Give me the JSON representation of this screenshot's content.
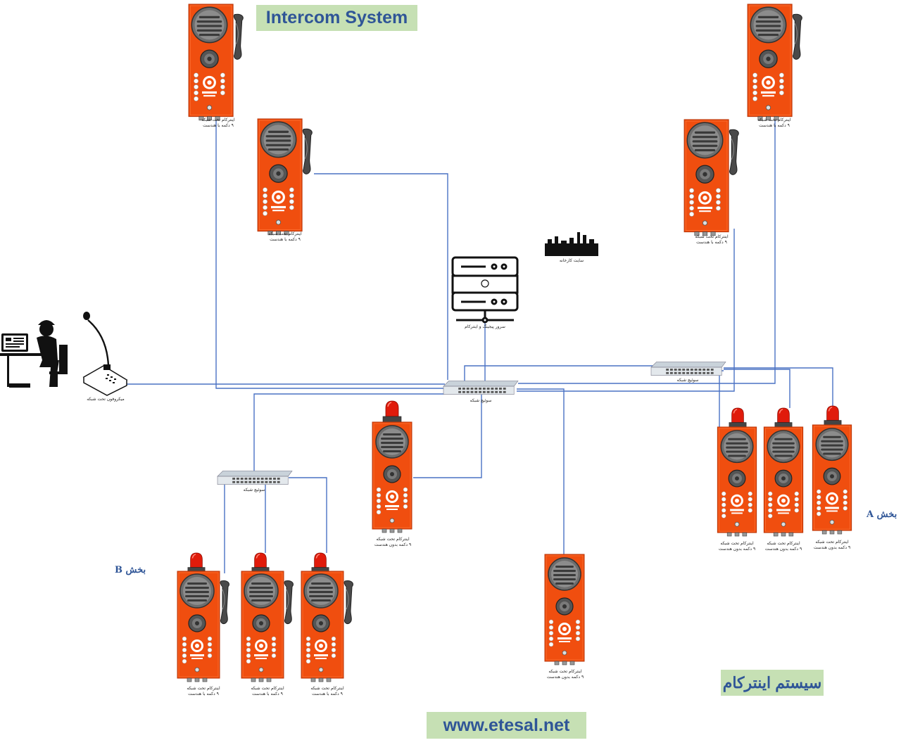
{
  "title_en": "Intercom System",
  "title_fa": "سیستم اینترکام",
  "website": "www.etesal.net",
  "section_a": "بخش A",
  "section_b": "بخش B",
  "labels": {
    "net_intercom_9btn_handset_l1": "اینترکام تحت شبکه",
    "net_intercom_9btn_handset_l2": "۹ دکمه با هندست",
    "net_intercom_9btn_nohandset_l2": "۹ دکمه بدون هندست",
    "network_switch": "سوئیچ شبکه",
    "pbx_server": "سرور پیجینگ و اینترکام",
    "factory_site": "سایت کارخانه",
    "net_microphone": "میکروفون تحت شبکه"
  },
  "colors": {
    "device_orange": "#f04e0f",
    "device_orange_dark": "#b8360a",
    "beacon_red": "#e01b0b",
    "link_blue": "#4a72c4",
    "banner_green": "#c6e0b4",
    "banner_text": "#2f5597"
  }
}
